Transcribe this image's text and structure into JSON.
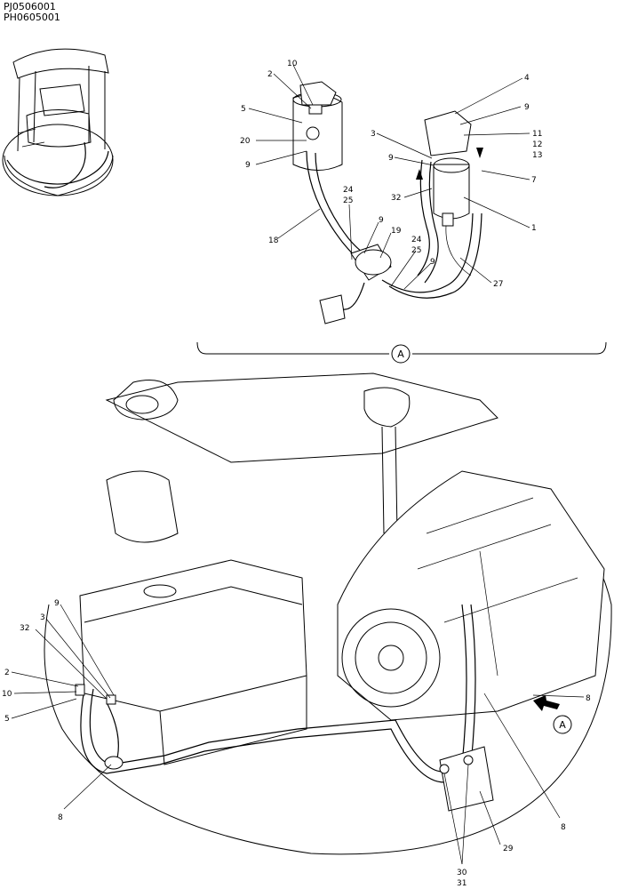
{
  "header": {
    "code1": "PJ0506001",
    "code2": "PH0605001"
  },
  "detail_marker": "A",
  "view_marker": "A",
  "labels": {
    "d_2": "2",
    "d_10": "10",
    "d_5": "5",
    "d_20": "20",
    "d_9a": "9",
    "d_18": "18",
    "d_24a": "24",
    "d_25a": "25",
    "d_9b": "9",
    "d_19": "19",
    "d_24b": "24",
    "d_25b": "25",
    "d_9c": "9",
    "d_3": "3",
    "d_9d": "9",
    "d_32": "32",
    "d_4": "4",
    "d_9e": "9",
    "d_11": "11",
    "d_12": "12",
    "d_13": "13",
    "d_7": "7",
    "d_1": "1",
    "d_27": "27",
    "m_9": "9",
    "m_3": "3",
    "m_32": "32",
    "m_2": "2",
    "m_10": "10",
    "m_5": "5",
    "m_8a": "8",
    "m_8b": "8",
    "m_8c": "8",
    "m_29": "29",
    "m_30": "30",
    "m_31": "31"
  }
}
